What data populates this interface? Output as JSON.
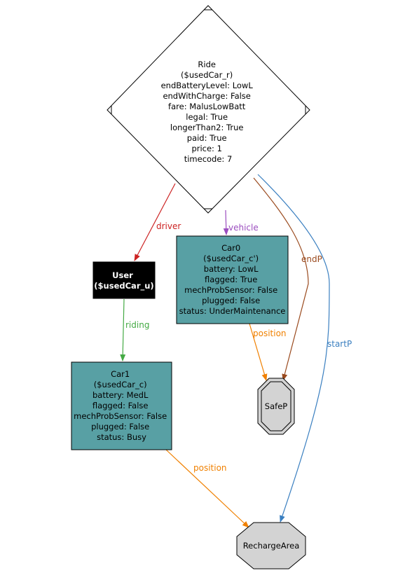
{
  "colors": {
    "teal_fill": "#58a0a4",
    "grey_fill": "#d3d3d3",
    "user_fill": "#000000",
    "driver": "#cc2222",
    "vehicle": "#9b4dbf",
    "riding": "#44aa44",
    "position": "#f08000",
    "endP": "#9a4a1e",
    "startP": "#3a7fc0"
  },
  "nodes": {
    "ride": {
      "lines": [
        "Ride",
        "($usedCar_r)",
        "endBatteryLevel: LowL",
        "endWithCharge: False",
        "fare: MalusLowBatt",
        "legal: True",
        "longerThan2: True",
        "paid: True",
        "price: 1",
        "timecode: 7"
      ]
    },
    "user": {
      "lines": [
        "User",
        "($usedCar_u)"
      ]
    },
    "car0": {
      "lines": [
        "Car0",
        "($usedCar_c')",
        "battery: LowL",
        "flagged: True",
        "mechProbSensor: False",
        "plugged: False",
        "status: UnderMaintenance"
      ]
    },
    "car1": {
      "lines": [
        "Car1",
        "($usedCar_c)",
        "battery: MedL",
        "flagged: False",
        "mechProbSensor: False",
        "plugged: False",
        "status: Busy"
      ]
    },
    "safep": {
      "label": "SafeP"
    },
    "recharge": {
      "label": "RechargeArea"
    }
  },
  "edges": {
    "driver": "driver",
    "vehicle": "vehicle",
    "riding": "riding",
    "position_car0": "position",
    "position_car1": "position",
    "endP": "endP",
    "startP": "startP"
  }
}
